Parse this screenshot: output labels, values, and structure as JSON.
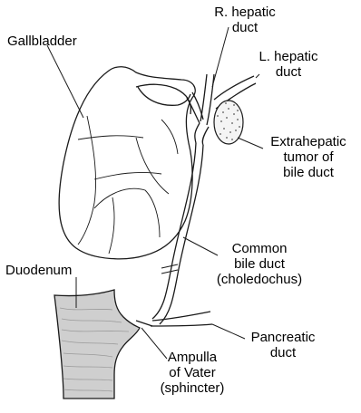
{
  "labels": {
    "gallbladder": "Gallbladder",
    "r_hepatic_duct": [
      "R. hepatic",
      "duct"
    ],
    "l_hepatic_duct": [
      "L. hepatic",
      "duct"
    ],
    "extrahepatic_tumor": [
      "Extrahepatic",
      "tumor of",
      "bile duct"
    ],
    "common_bile_duct": [
      "Common",
      "bile duct",
      "(choledochus)"
    ],
    "duodenum": "Duodenum",
    "pancreatic_duct": [
      "Pancreatic",
      "duct"
    ],
    "ampulla_of_vater": [
      "Ampulla",
      "of Vater",
      "(sphincter)"
    ]
  },
  "colors": {
    "line": "#1a1a1a",
    "duodenum_fill": "#cfcfcf",
    "tissue_fill": "#ffffff"
  }
}
